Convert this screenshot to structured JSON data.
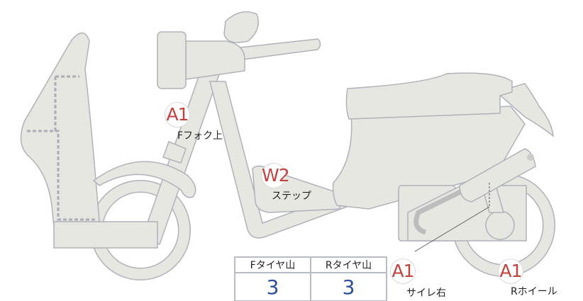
{
  "markers": [
    {
      "code": "A1",
      "label": "Fフォク上"
    },
    {
      "code": "W2",
      "label": "ステップ"
    },
    {
      "code": "A1",
      "label": "サイレ右"
    },
    {
      "code": "A1",
      "label": "Rホイール"
    }
  ],
  "table": {
    "headers": [
      "Fタイヤ山",
      "Rタイヤ山"
    ],
    "values": [
      "3",
      "3"
    ]
  },
  "colors": {
    "marker": "#c0433e",
    "value": "#2d4e9e",
    "body": "#e7e7e2",
    "outline": "#aeb2ba"
  }
}
